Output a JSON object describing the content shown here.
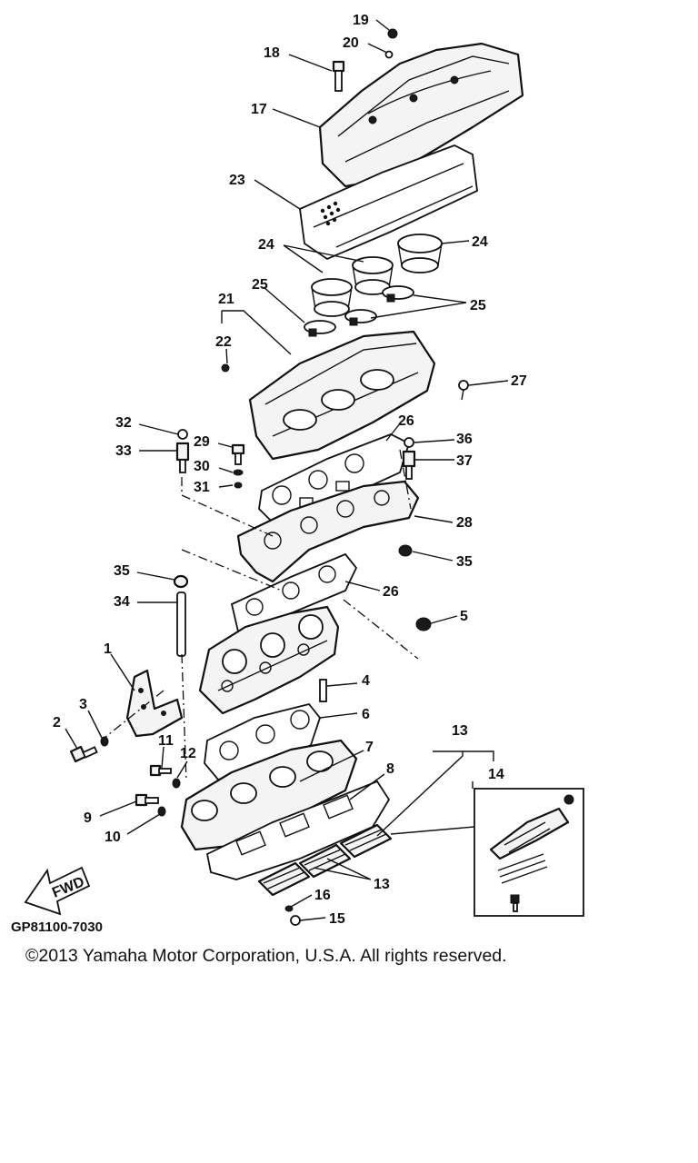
{
  "diagram": {
    "code": "GP81100-7030",
    "fwd_label": "FWD",
    "callouts": [
      {
        "id": "c19",
        "label": "19"
      },
      {
        "id": "c20",
        "label": "20"
      },
      {
        "id": "c18",
        "label": "18"
      },
      {
        "id": "c17",
        "label": "17"
      },
      {
        "id": "c23",
        "label": "23"
      },
      {
        "id": "c24a",
        "label": "24"
      },
      {
        "id": "c24b",
        "label": "24"
      },
      {
        "id": "c25a",
        "label": "25"
      },
      {
        "id": "c25b",
        "label": "25"
      },
      {
        "id": "c21",
        "label": "21"
      },
      {
        "id": "c22",
        "label": "22"
      },
      {
        "id": "c27",
        "label": "27"
      },
      {
        "id": "c26a",
        "label": "26"
      },
      {
        "id": "c32",
        "label": "32"
      },
      {
        "id": "c33",
        "label": "33"
      },
      {
        "id": "c29",
        "label": "29"
      },
      {
        "id": "c36",
        "label": "36"
      },
      {
        "id": "c37",
        "label": "37"
      },
      {
        "id": "c30",
        "label": "30"
      },
      {
        "id": "c31",
        "label": "31"
      },
      {
        "id": "c28",
        "label": "28"
      },
      {
        "id": "c35a",
        "label": "35"
      },
      {
        "id": "c35b",
        "label": "35"
      },
      {
        "id": "c26b",
        "label": "26"
      },
      {
        "id": "c34",
        "label": "34"
      },
      {
        "id": "c5",
        "label": "5"
      },
      {
        "id": "c1",
        "label": "1"
      },
      {
        "id": "c4",
        "label": "4"
      },
      {
        "id": "c3",
        "label": "3"
      },
      {
        "id": "c6",
        "label": "6"
      },
      {
        "id": "c2",
        "label": "2"
      },
      {
        "id": "c13a",
        "label": "13"
      },
      {
        "id": "c11",
        "label": "11"
      },
      {
        "id": "c12",
        "label": "12"
      },
      {
        "id": "c7",
        "label": "7"
      },
      {
        "id": "c8",
        "label": "8"
      },
      {
        "id": "c14",
        "label": "14"
      },
      {
        "id": "c9",
        "label": "9"
      },
      {
        "id": "c10",
        "label": "10"
      },
      {
        "id": "c13b",
        "label": "13"
      },
      {
        "id": "c16",
        "label": "16"
      },
      {
        "id": "c15",
        "label": "15"
      }
    ]
  },
  "footer": {
    "copyright": "©2013 Yamaha Motor Corporation, U.S.A. All rights reserved."
  }
}
